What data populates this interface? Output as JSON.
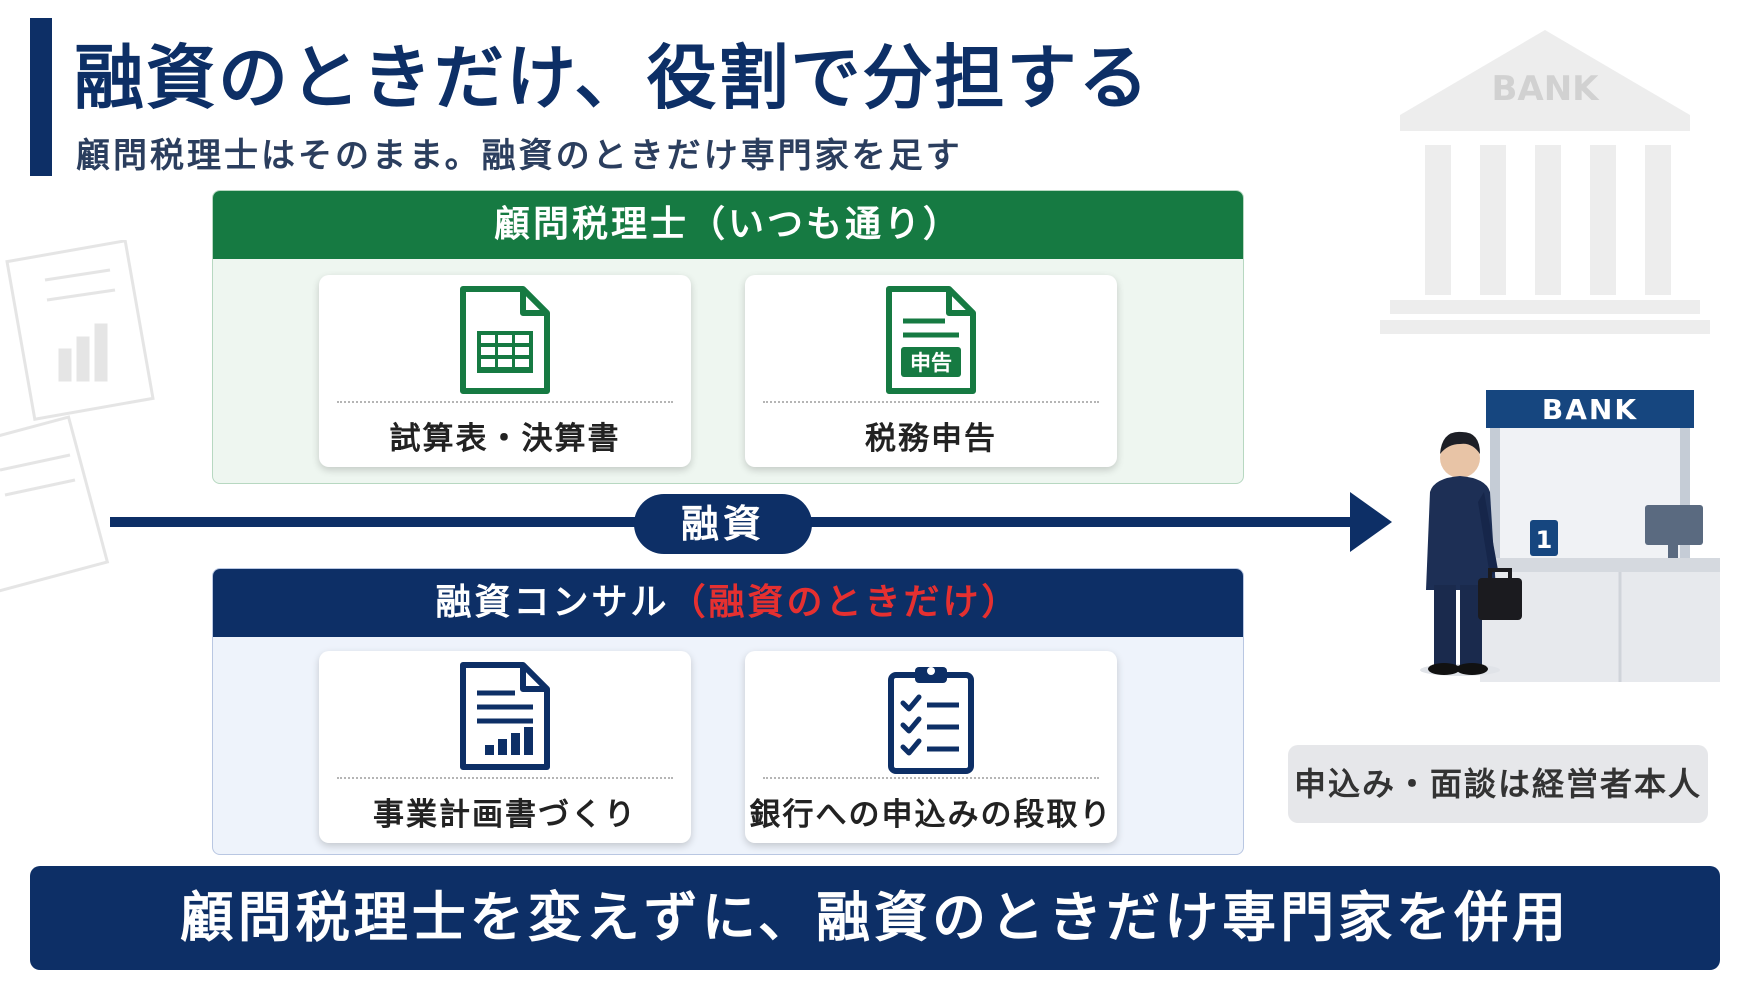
{
  "header": {
    "title": "融資のときだけ、役割で分担する",
    "subtitle": "顧問税理士はそのまま。融資のときだけ専門家を足す"
  },
  "advisor": {
    "heading": "顧問税理士（いつも通り）",
    "cards": [
      {
        "icon": "spreadsheet-icon",
        "label": "試算表・決算書"
      },
      {
        "icon": "tax-return-icon",
        "label": "税務申告",
        "icon_text": "申告"
      }
    ]
  },
  "flow": {
    "label": "融資"
  },
  "consult": {
    "heading": "融資コンサル",
    "heading_highlight": "（融資のときだけ）",
    "cards": [
      {
        "icon": "business-plan-icon",
        "label": "事業計画書づくり"
      },
      {
        "icon": "checklist-icon",
        "label": "銀行への申込みの段取り"
      }
    ]
  },
  "bank": {
    "deco_sign": "BANK",
    "sign": "BANK",
    "counter_number": "1"
  },
  "interview_note": "申込み・面談は経営者本人",
  "bottom_banner": "顧問税理士を変えずに、融資のときだけ専門家を併用",
  "colors": {
    "navy": "#0d2f66",
    "green": "#167a42",
    "highlight_red": "#e53030"
  }
}
